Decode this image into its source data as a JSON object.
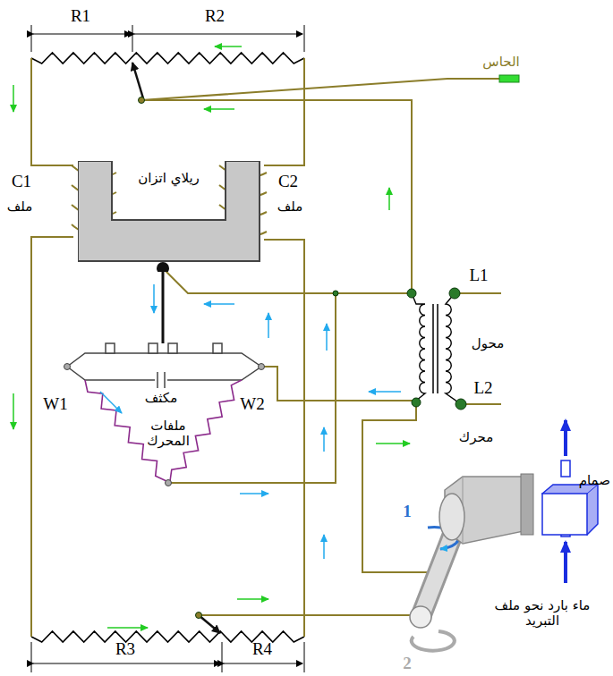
{
  "diagram": {
    "nodes": [
      {
        "text": [
          "ريلاي اتزان"
        ]
      },
      {
        "text": [
          "محرك"
        ]
      },
      {
        "text": [
          "صمام"
        ]
      }
    ],
    "labels": [
      "R1",
      "R2",
      "الحاس",
      "C1",
      "ملف",
      "C2",
      "ملف",
      "L1",
      "L2",
      "محول",
      "مكثف",
      "ملفات المحرك",
      "W1",
      "W2",
      "1",
      "2",
      "ماء بارد نحو ملف التبريد",
      "R3",
      "R4"
    ]
  }
}
